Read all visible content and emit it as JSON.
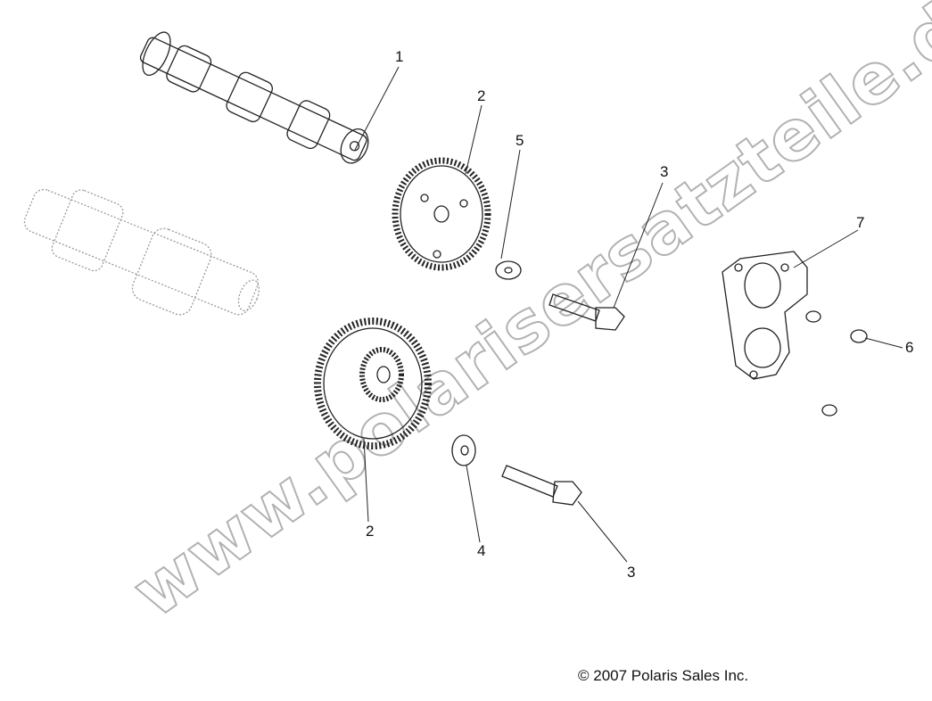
{
  "callouts": [
    {
      "id": "c1",
      "label": "1",
      "part": "camshaft"
    },
    {
      "id": "c2a",
      "label": "2",
      "part": "upper-gear"
    },
    {
      "id": "c5",
      "label": "5",
      "part": "upper-washer"
    },
    {
      "id": "c3a",
      "label": "3",
      "part": "upper-bolt"
    },
    {
      "id": "c7",
      "label": "7",
      "part": "plate"
    },
    {
      "id": "c6",
      "label": "6",
      "part": "screw"
    },
    {
      "id": "c2b",
      "label": "2",
      "part": "lower-gear"
    },
    {
      "id": "c4",
      "label": "4",
      "part": "lower-washer"
    },
    {
      "id": "c3b",
      "label": "3",
      "part": "lower-bolt"
    }
  ],
  "copyright": "© 2007 Polaris Sales Inc.",
  "watermark": "www.polarisersatzteile.de",
  "colors": {
    "line": "#222222",
    "watermark_outline": "#aaaaaa",
    "ghost_part": "#999999"
  }
}
